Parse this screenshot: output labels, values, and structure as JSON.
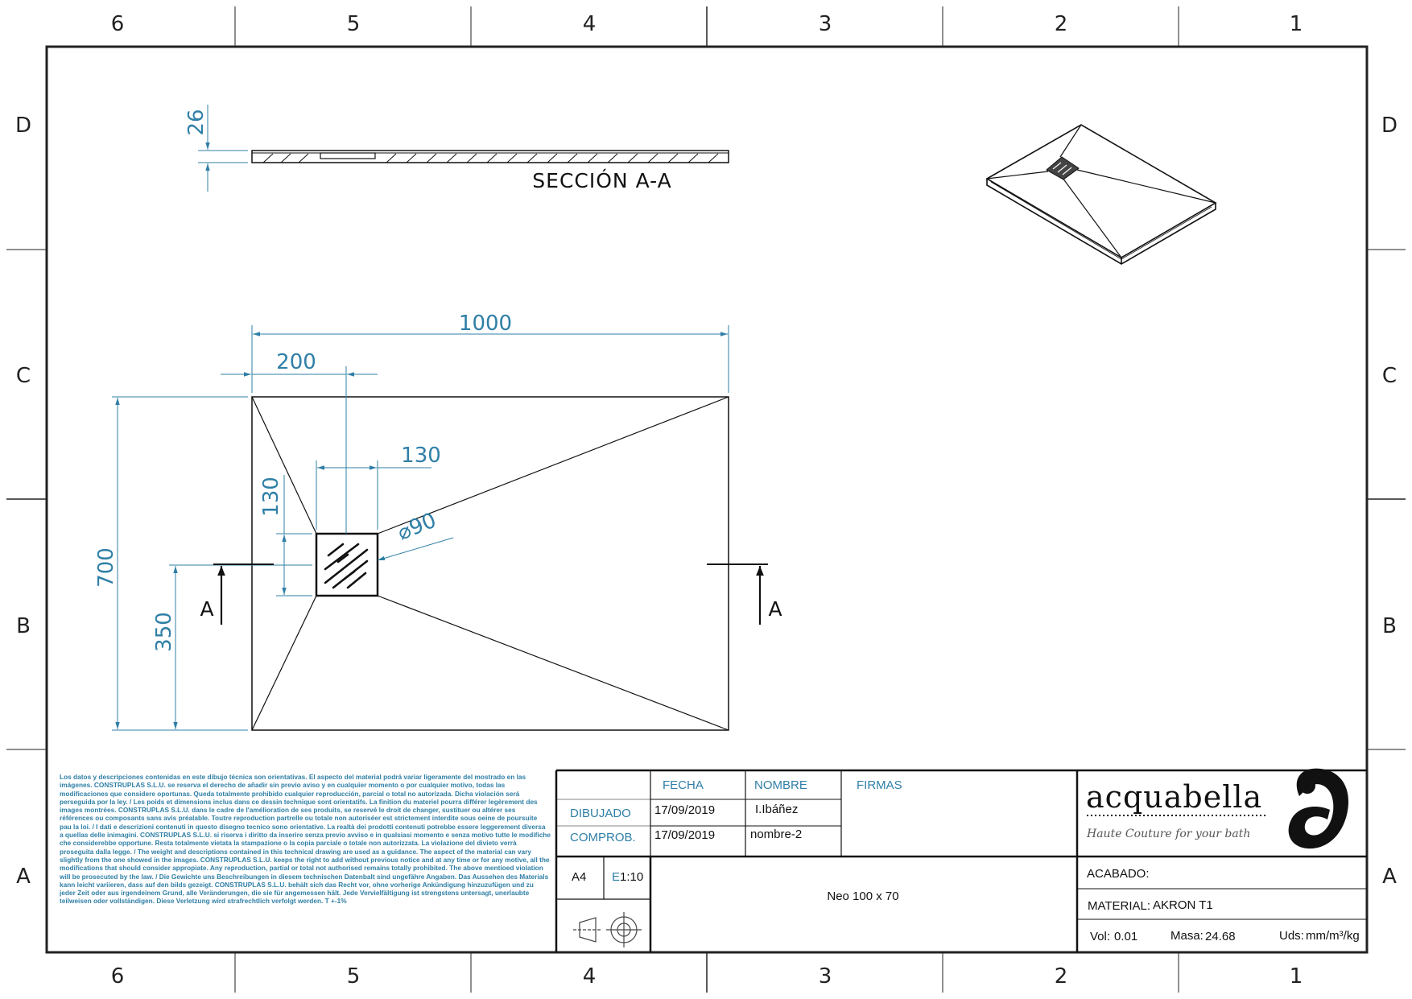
{
  "zones": {
    "columns": [
      "6",
      "5",
      "4",
      "3",
      "2",
      "1"
    ],
    "rows": [
      "D",
      "C",
      "B",
      "A"
    ]
  },
  "section": {
    "title": "SECCIÓN A-A",
    "height_dim": "26"
  },
  "plan": {
    "dims": {
      "width": "1000",
      "drain_offset": "200",
      "drain_width": "130",
      "drain_height": "130",
      "drain_diameter": "90",
      "length": "700",
      "half_length": "350"
    },
    "cut_label_left": "A",
    "cut_label_right": "A"
  },
  "disclaimer": "Los datos y descripciones contenidas en este dibujo técnica son orientativas. El aspecto del material podrá variar ligeramente del mostrado en las imágenes. CONSTRUPLAS S.L.U. se reserva el derecho de añadir sin previo aviso y en cualquier momento o por cualquier motivo, todas las modificaciones que considere oportunas. Queda totalmente prohibido cualquier reproducción, parcial o total no autorizada. Dicha violación será perseguida por la ley. / Les poids et dimensions inclus dans ce dessin technique sont orientatifs. La finition du materiel pourra différer legèrement des images montrées. CONSTRUPLAS S.L.U. dans le cadre de l'amélioration de ses produits, se reservé le droit de changer, sustituer ou altérer ses références ou composants sans avis préalable. Toutre reproduction partrelle ou totale non autoriséer est strictement interdite sous oeine de poursuite pau la loi. / I dati e descrizioni contenuti in questo disegno tecnico sono orientative. La realtà dei prodotti contenuti potrebbe essere leggerement diversa a quellas delle inimagini. CONSTRUPLAS S.L.U. si riserva i diritto da inserire senza previo avviso e in qualsiasi momento e senza motivo tutte le modifiche che considerebbe opportune. Resta totalmente vietata la stampazione o la copia parciale o totale non autorizzata. La violazione del divieto verrà proseguita dalla legge. / The weight and descriptions contained in this technical drawing are used as a guidance. The aspect of the material can vary slightly from the one showed in the images. CONSTRUPLAS S.L.U. keeps the right to add without previous notice and at any time or for any motive, all the modifications that should consider appropiate. Any reproduction, partial or total not authorised remains totally prohibited. The above mentioed violation will be prosecuted by the law. / Die Gewichte uns Beschreibungen in diesem technischen Datenbalt sind ungefähre Angaben. Das Aussehen des Materials kann leicht variieren, dass auf den bilds gezeigt. CONSTRUPLAS S.L.U. behält sich das Recht vor, ohne vorherige Ankündigung hinzuzufügen und zu jeder Zeit oder aus irgendeinem Grund, alle Veränderungen, die sie für angemessen hält. Jede Vervielfältigung ist strengstens untersagt, unerlaubte teilweisen oder vollständigen. Diese Verletzung wird strafrechtlich verfolgt werden. T +-1%",
  "titleblock": {
    "headers": {
      "fecha": "FECHA",
      "nombre": "NOMBRE",
      "firmas": "FIRMAS"
    },
    "dibujado": {
      "label": "DIBUJADO",
      "fecha": "17/09/2019",
      "nombre": "I.Ibáñez"
    },
    "comprob": {
      "label": "COMPROB.",
      "fecha": "17/09/2019",
      "nombre": "nombre-2"
    },
    "format": "A4",
    "scale_prefix": "E",
    "scale_value": "1:10",
    "title": "Neo 100 x 70",
    "acabado_label": "ACABADO:",
    "material_label": "MATERIAL:",
    "material_value": "AKRON T1",
    "vol_label": "Vol:",
    "vol_value": "0.01",
    "masa_label": "Masa:",
    "masa_value": "24.68",
    "uds_label": "Uds:",
    "uds_value": "mm/m³/kg",
    "logo_text": "acquabella",
    "logo_tagline": "Haute Couture for your bath"
  },
  "colors": {
    "dimension": "#2f7fa6",
    "line": "#111111"
  }
}
